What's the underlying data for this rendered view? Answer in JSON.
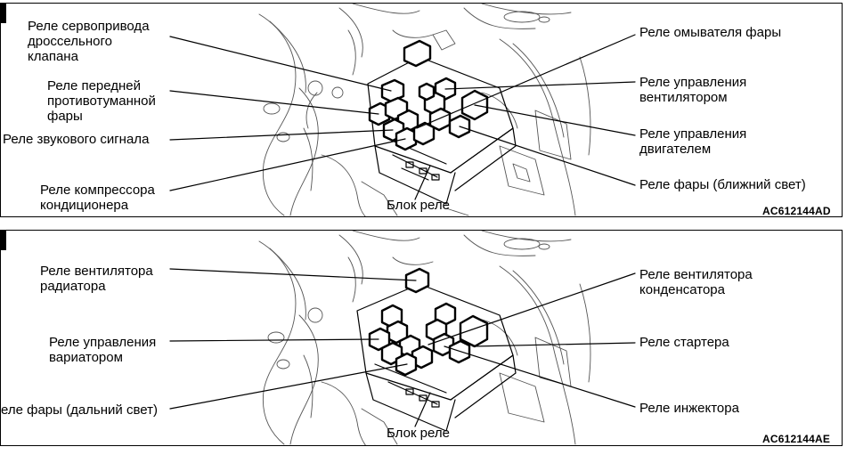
{
  "top_panel": {
    "labels": {
      "throttle_relay": [
        "Реле сервопривода",
        "дроссельного",
        "клапана"
      ],
      "fog_relay": [
        "Реле передней",
        "противотуманной",
        "фары"
      ],
      "horn_relay": [
        "Реле звукового сигнала"
      ],
      "ac_relay": [
        "Реле компрессора",
        "кондиционера"
      ],
      "block": [
        "Блок реле"
      ],
      "washer_relay": [
        "Реле омывателя фары"
      ],
      "fan_control_relay": [
        "Реле управления",
        "вентилятором"
      ],
      "engine_relay": [
        "Реле управления",
        "двигателем"
      ],
      "lowbeam_relay": [
        "Реле фары (ближний свет)"
      ]
    },
    "code": "AC612144AD"
  },
  "bottom_panel": {
    "labels": {
      "radiator_fan_relay": [
        "Реле вентилятора",
        "радиатора"
      ],
      "cvt_relay": [
        "Реле управления",
        "вариатором"
      ],
      "highbeam_relay": [
        "еле фары (дальний свет)"
      ],
      "block": [
        "Блок реле"
      ],
      "condenser_fan_relay": [
        "Реле вентилятора",
        "конденсатора"
      ],
      "starter_relay": [
        "Реле стартера"
      ],
      "injector_relay": [
        "Реле инжектора"
      ]
    },
    "code": "AC612144AE"
  }
}
